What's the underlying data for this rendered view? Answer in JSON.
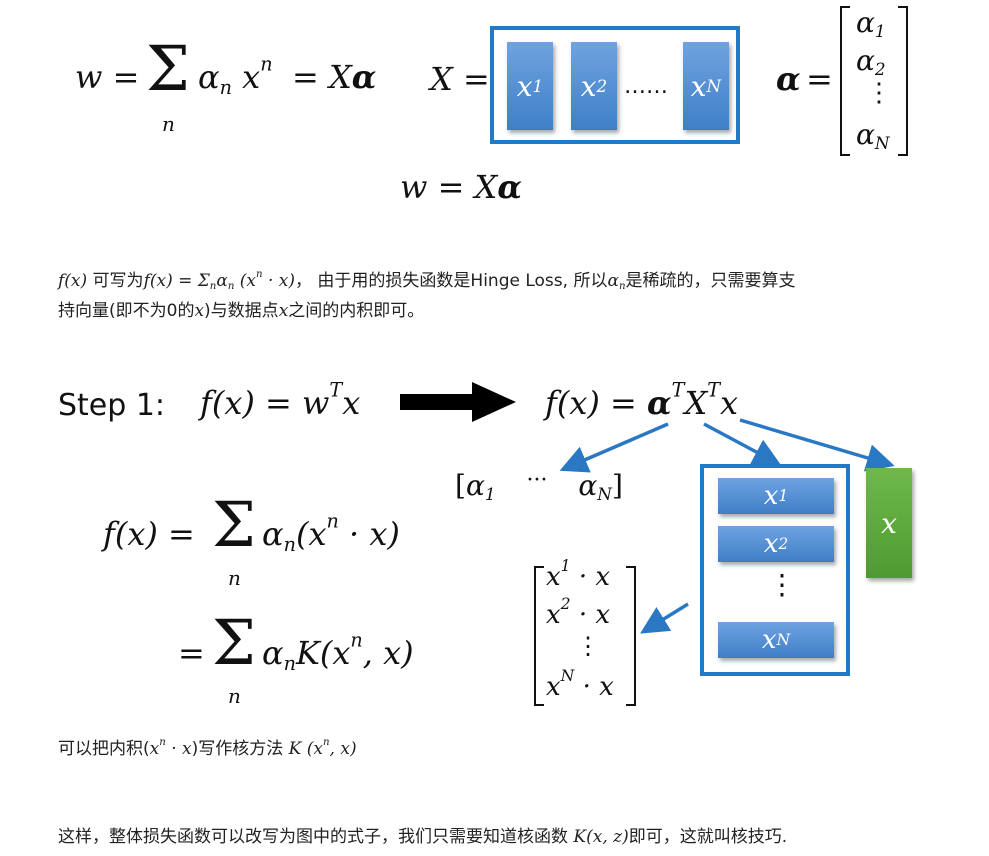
{
  "top": {
    "eq1_w": "w =",
    "sum_sub": "n",
    "eq1_terms_alpha": "α",
    "eq1_terms_sub": "n",
    "eq1_x": "x",
    "eq1_sup": "n",
    "eq1_rhs": "= X",
    "eq1_alpha_bold": "α",
    "X_eq": "X =",
    "col1_base": "x",
    "col1_sup": "1",
    "col2_base": "x",
    "col2_sup": "2",
    "dots": "……",
    "colN_base": "x",
    "colN_sup": "N",
    "alpha_eq": "=",
    "alpha_vec": [
      {
        "base": "α",
        "sub": "1"
      },
      {
        "base": "α",
        "sub": "2"
      },
      {
        "base": "⋮",
        "sub": ""
      },
      {
        "base": "α",
        "sub": "N"
      }
    ],
    "eq2": "w = X",
    "eq2_alpha": "α"
  },
  "para1": {
    "line1_a": "f(x)",
    "line1_b": " 可写为",
    "line1_c": "f(x) = Σ",
    "line1_c_sub": "n",
    "line1_d": "α",
    "line1_d_sub": "n",
    "line1_e": " (x",
    "line1_e_sup": "n",
    "line1_f": " · x)",
    "line1_g": "， 由于用的损失函数是Hinge Loss, 所以",
    "line1_h": "α",
    "line1_h_sub": "n",
    "line1_i": "是稀疏的，只需要算支",
    "line2_a": "持向量(即不为0的",
    "line2_b": "x",
    "line2_c": ")与数据点",
    "line2_d": "x",
    "line2_e": "之间的内积即可。"
  },
  "step": {
    "label": "Step 1:",
    "f_left": "f(x) = w",
    "f_left_sup": "T",
    "f_left_x": "x",
    "f_right": "f(x) = ",
    "f_right_alpha": "α",
    "f_right_sup1": "T",
    "f_right_X": "X",
    "f_right_sup2": "T",
    "f_right_x": "x",
    "row_vec_a1": "α",
    "row_vec_a1_sub": "1",
    "row_vec_dots": "···",
    "row_vec_aN": "α",
    "row_vec_aN_sub": "N",
    "rows": [
      {
        "base": "x",
        "sup": "1"
      },
      {
        "base": "x",
        "sup": "2"
      },
      {
        "base": "x",
        "sup": "N"
      }
    ],
    "vdots": "⋮",
    "green_x": "x",
    "products": [
      {
        "base": "x",
        "sup": "1",
        "rest": " · x"
      },
      {
        "base": "x",
        "sup": "2",
        "rest": " · x"
      },
      {
        "base": "⋮",
        "sup": "",
        "rest": ""
      },
      {
        "base": "x",
        "sup": "N",
        "rest": " · x"
      }
    ],
    "fx_sum_lhs": "f(x) =",
    "fx_sum_rhs": "α",
    "fx_sum_rhs_sub": "n",
    "fx_sum_rhs_b": "(x",
    "fx_sum_rhs_sup": "n",
    "fx_sum_rhs_c": " · x)",
    "sum_sub": "n",
    "eq_K": "=",
    "K_a": "α",
    "K_a_sub": "n",
    "K_b": "K(x",
    "K_b_sup": "n",
    "K_c": ", x)"
  },
  "para2": {
    "a": "可以把内积(",
    "b": "x",
    "b_sup": "n",
    "c": " · x",
    "d": ")写作核方法 ",
    "e": "K (x",
    "e_sup": "n",
    "f": ", x)"
  },
  "para3": {
    "a": "这样，整体损失函数可以改写为图中的式子，我们只需要知道核函数 ",
    "b": "K(x, z)",
    "c": "即可，这就叫核技巧."
  },
  "colors": {
    "blue_frame": "#1f7bc8",
    "blue_col": "#4a88d0",
    "green_col": "#5ba33c",
    "arrow_blue": "#2a78c4",
    "black_arrow": "#000000"
  }
}
